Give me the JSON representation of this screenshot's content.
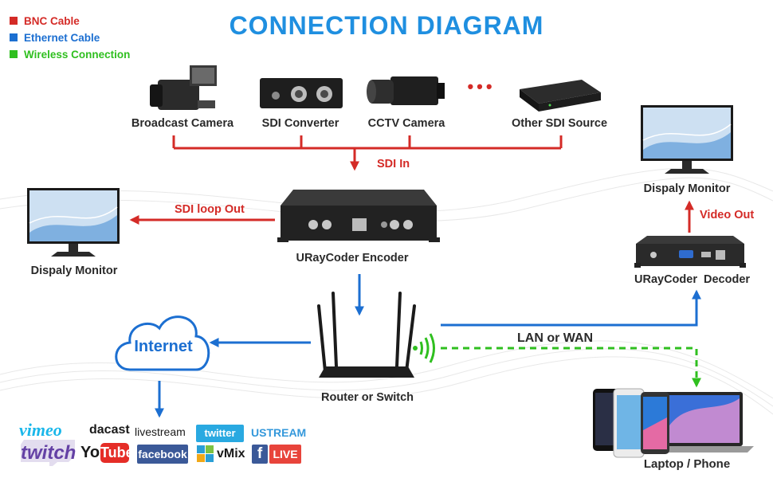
{
  "title": "CONNECTION DIAGRAM",
  "legend": [
    {
      "label": "BNC Cable",
      "color": "#d42b27"
    },
    {
      "label": "Ethernet Cable",
      "color": "#1c6fd1"
    },
    {
      "label": "Wireless Connection",
      "color": "#2fbf1f"
    }
  ],
  "sources": {
    "broadcast_camera": "Broadcast Camera",
    "sdi_converter": "SDI Converter",
    "cctv_camera": "CCTV Camera",
    "other_sdi_source": "Other SDI Source",
    "ellipsis": "•••"
  },
  "links": {
    "sdi_in": "SDI In",
    "sdi_loop_out": "SDI loop Out",
    "video_out": "Video Out",
    "lan_or_wan": "LAN or WAN"
  },
  "devices": {
    "encoder": "URayCoder Encoder",
    "decoder": "URayCoder  Decoder",
    "router": "Router or Switch",
    "monitor_left": "Dispaly Monitor",
    "monitor_right": "Dispaly Monitor",
    "internet": "Internet",
    "laptop_phone": "Laptop / Phone"
  },
  "platforms": {
    "vimeo": "vimeo",
    "dacast": "dacast",
    "livestream": "livestream",
    "twitter": "twitter",
    "ustream": "USTREAM",
    "twitch": "twitch",
    "youtube_you": "You",
    "youtube_tube": "Tube",
    "facebook": "facebook",
    "vmix": "vMix",
    "facebook_f": "f",
    "live": "LIVE"
  },
  "colors": {
    "bnc": "#d42b27",
    "ethernet": "#1c6fd1",
    "wireless": "#2fbf1f",
    "title": "#1f8fe0"
  }
}
